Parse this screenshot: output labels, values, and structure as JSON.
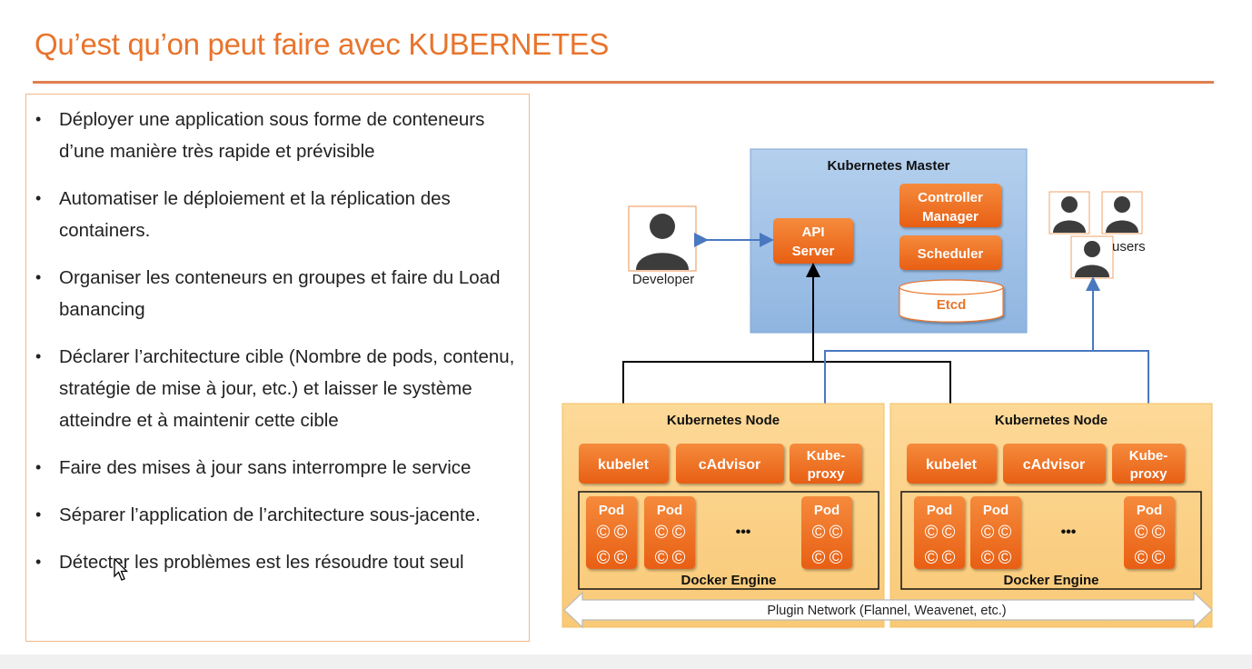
{
  "slide": {
    "title": "Qu’est qu’on peut faire avec KUBERNETES",
    "bullets": [
      "Déployer une application sous forme de conteneurs d’une manière très rapide et prévisible",
      "Automatiser le déploiement et la réplication des containers.",
      "Organiser les conteneurs en groupes et faire du Load banancing",
      "Déclarer l’architecture cible (Nombre de pods, contenu, stratégie de mise à jour, etc.) et laisser le système atteindre et à maintenir cette cible",
      "Faire des mises à jour sans interrompre le service",
      "Séparer l’application de l’architecture sous-jacente.",
      "Détecter les problèmes est les résoudre tout seul"
    ]
  },
  "diagram": {
    "master": {
      "title": "Kubernetes Master",
      "api_server_line1": "API",
      "api_server_line2": "Server",
      "controller_line1": "Controller",
      "controller_line2": "Manager",
      "scheduler": "Scheduler",
      "etcd": "Etcd"
    },
    "developer_label": "Developer",
    "users_label": "users",
    "nodes": [
      {
        "title": "Kubernetes Node",
        "kubelet": "kubelet",
        "cadvisor": "cAdvisor",
        "proxy_line1": "Kube-",
        "proxy_line2": "proxy",
        "pod_label": "Pod",
        "ellipsis": "•••",
        "engine": "Docker Engine"
      },
      {
        "title": "Kubernetes Node",
        "kubelet": "kubelet",
        "cadvisor": "cAdvisor",
        "proxy_line1": "Kube-",
        "proxy_line2": "proxy",
        "pod_label": "Pod",
        "ellipsis": "•••",
        "engine": "Docker Engine"
      }
    ],
    "container_glyph": "©",
    "network_label": "Plugin Network (Flannel, Weavenet, etc.)"
  },
  "colors": {
    "accent": "#e8742c",
    "component_orange": "#f26b1d",
    "node_bg": "#fbd38c",
    "master_bg": "#a9c7e8",
    "arrow_blue": "#4a78c0"
  }
}
